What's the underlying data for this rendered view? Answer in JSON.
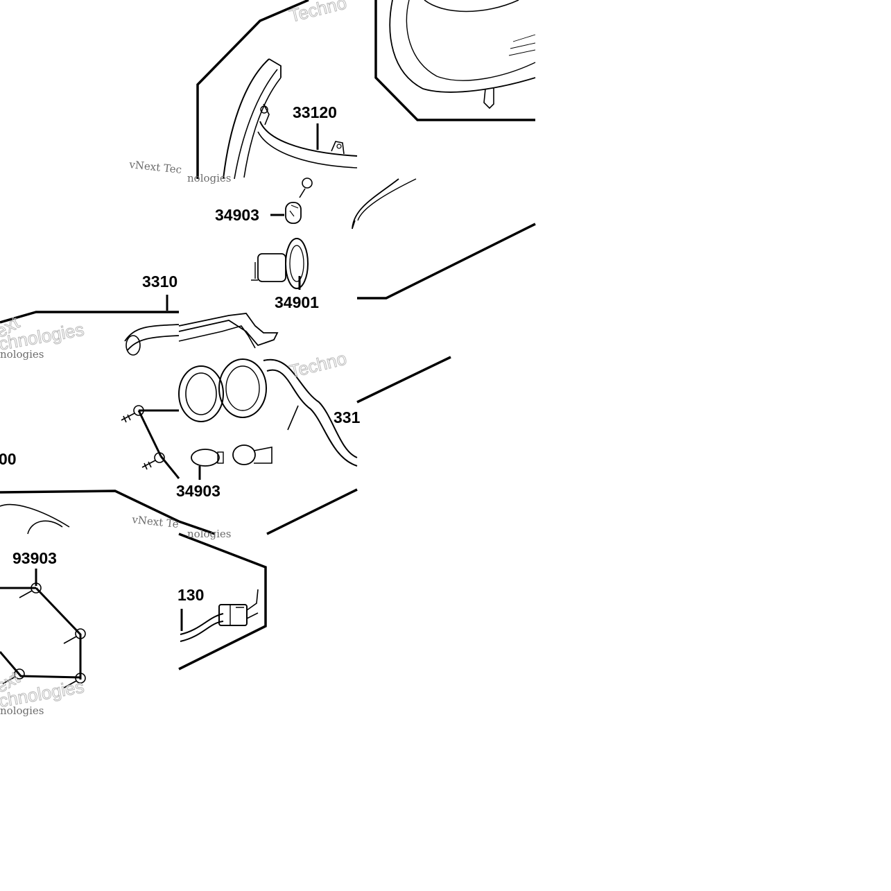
{
  "diagram": {
    "labels": {
      "l33120": "33120",
      "l34903a": "34903",
      "l34901": "34901",
      "l3310": "3310",
      "l331": "331",
      "l00": "00",
      "l34903b": "34903",
      "l93903": "93903",
      "l130": "130"
    },
    "watermarks": {
      "w1": "Techno",
      "w2": "vNext Tec",
      "w3": "nologies",
      "w4": "chnologies",
      "w5": "nologies",
      "w6": "Techno",
      "w7": "vNext Te",
      "w8": "nologies",
      "w9": "chnologies",
      "w10": "nologies",
      "w11": "ext",
      "w12": "ext"
    },
    "colors": {
      "ink": "#000000",
      "watermark": "#b9b9b9"
    }
  }
}
